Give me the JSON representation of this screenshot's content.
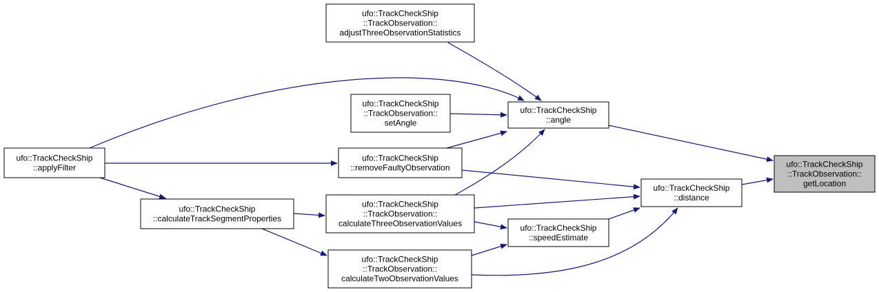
{
  "colors": {
    "edge": "#191970",
    "node_fill": "#ffffff",
    "node_fill_focus": "#bfbfbf",
    "node_border": "#000000"
  },
  "nodes": {
    "adjust": {
      "lines": [
        "ufo::TrackCheckShip",
        "::TrackObservation::",
        "adjustThreeObservationStatistics"
      ]
    },
    "setAngle": {
      "lines": [
        "ufo::TrackCheckShip",
        "::TrackObservation::",
        "setAngle"
      ]
    },
    "angle": {
      "lines": [
        "ufo::TrackCheckShip",
        "::angle"
      ]
    },
    "applyFilter": {
      "lines": [
        "ufo::TrackCheckShip",
        "::applyFilter"
      ]
    },
    "removeFaulty": {
      "lines": [
        "ufo::TrackCheckShip",
        "::removeFaultyObservation"
      ]
    },
    "getLocation": {
      "lines": [
        "ufo::TrackCheckShip",
        "::TrackObservation::",
        "getLocation"
      ],
      "focus": true
    },
    "distance": {
      "lines": [
        "ufo::TrackCheckShip",
        "::distance"
      ]
    },
    "calcTrackSeg": {
      "lines": [
        "ufo::TrackCheckShip",
        "::calculateTrackSegmentProperties"
      ]
    },
    "calcThree": {
      "lines": [
        "ufo::TrackCheckShip",
        "::TrackObservation::",
        "calculateThreeObservationValues"
      ]
    },
    "speedEstimate": {
      "lines": [
        "ufo::TrackCheckShip",
        "::speedEstimate"
      ]
    },
    "calcTwo": {
      "lines": [
        "ufo::TrackCheckShip",
        "::TrackObservation::",
        "calculateTwoObservationValues"
      ]
    }
  },
  "edges": [
    {
      "from": "angle",
      "to": "getLocation"
    },
    {
      "from": "distance",
      "to": "getLocation"
    },
    {
      "from": "adjust",
      "to": "angle"
    },
    {
      "from": "setAngle",
      "to": "angle"
    },
    {
      "from": "applyFilter",
      "to": "angle"
    },
    {
      "from": "removeFaulty",
      "to": "angle"
    },
    {
      "from": "calcThree",
      "to": "angle"
    },
    {
      "from": "applyFilter",
      "to": "removeFaulty"
    },
    {
      "from": "applyFilter",
      "to": "calcTrackSeg"
    },
    {
      "from": "removeFaulty",
      "to": "distance"
    },
    {
      "from": "calcThree",
      "to": "distance"
    },
    {
      "from": "speedEstimate",
      "to": "distance"
    },
    {
      "from": "calcTwo",
      "to": "distance"
    },
    {
      "from": "calcTrackSeg",
      "to": "calcThree"
    },
    {
      "from": "calcTrackSeg",
      "to": "calcTwo"
    },
    {
      "from": "calcThree",
      "to": "speedEstimate"
    },
    {
      "from": "calcTwo",
      "to": "speedEstimate"
    }
  ]
}
